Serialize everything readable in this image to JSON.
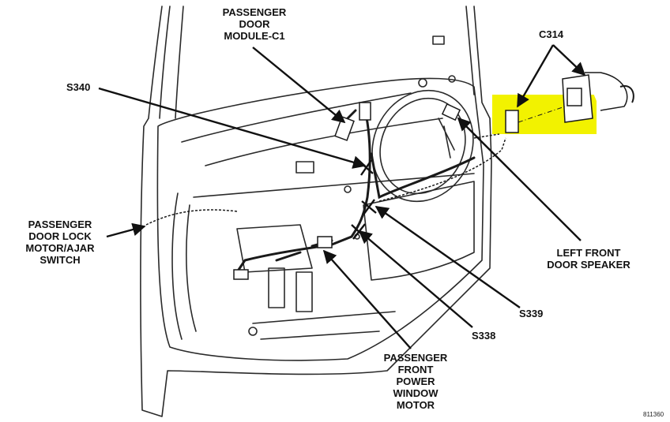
{
  "labels": {
    "passenger_door_module": [
      "PASSENGER",
      "DOOR",
      "MODULE-C1"
    ],
    "s340": "S340",
    "c314": "C314",
    "passenger_door_lock": [
      "PASSENGER",
      "DOOR LOCK",
      "MOTOR/AJAR",
      "SWITCH"
    ],
    "left_front_speaker": [
      "LEFT FRONT",
      "DOOR SPEAKER"
    ],
    "s339": "S339",
    "s338": "S338",
    "passenger_window_motor": [
      "PASSENGER",
      "FRONT",
      "POWER",
      "WINDOW",
      "MOTOR"
    ]
  },
  "figure_ref": "811360",
  "colors": {
    "highlight": "#f2f200",
    "line": "#1a1a1a"
  }
}
